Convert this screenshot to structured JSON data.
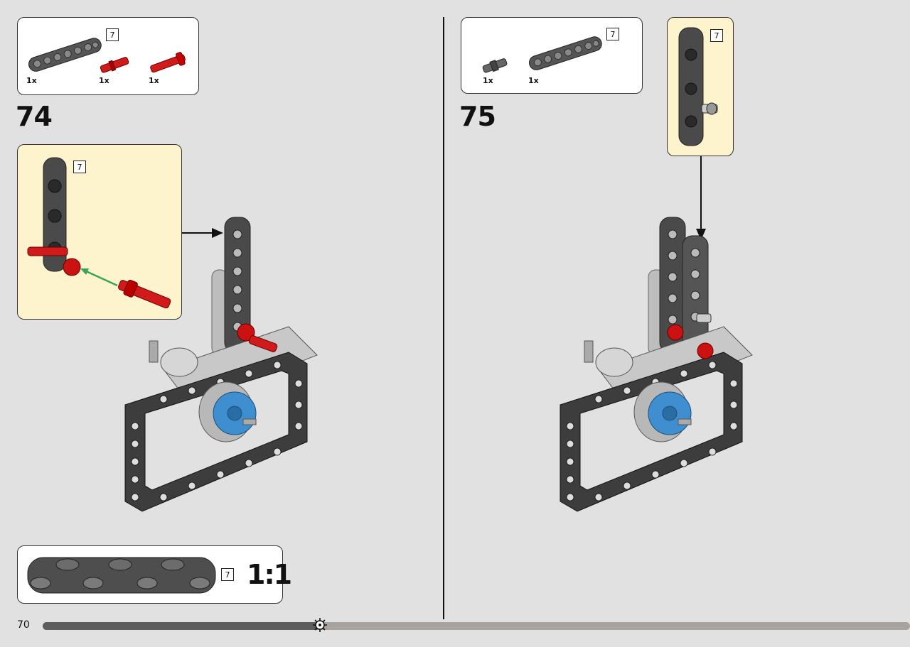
{
  "page": {
    "number": "70"
  },
  "progress": {
    "fraction": 0.32
  },
  "step74": {
    "number": "74",
    "parts": [
      {
        "qty": "1x",
        "name": "beam-7",
        "length_label": "7"
      },
      {
        "qty": "1x",
        "name": "axle-pin-red"
      },
      {
        "qty": "1x",
        "name": "axle-pin-red-long"
      }
    ],
    "callout_length": "7",
    "ruler": {
      "length_label": "7",
      "scale_label": "1:1"
    }
  },
  "step75": {
    "number": "75",
    "parts": [
      {
        "qty": "1x",
        "name": "pin-connector-grey"
      },
      {
        "qty": "1x",
        "name": "beam-7",
        "length_label": "7"
      }
    ],
    "callout_length": "7"
  },
  "colors": {
    "background": "#e1e1e1",
    "callout": "#fdf3cc",
    "beam_dark": "#4a4a4a",
    "beam_light": "#bdbdbd",
    "red_part": "#d11a1a",
    "gear_blue": "#3f8fd0",
    "insert_arrow": "#3aa35a"
  }
}
